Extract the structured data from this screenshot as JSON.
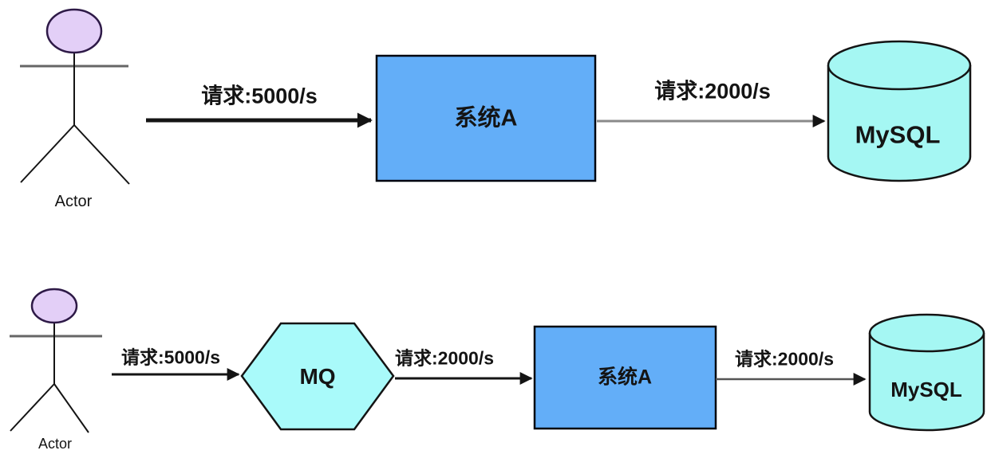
{
  "colors": {
    "box_fill": "#63AEF8",
    "box_stroke": "#00050f",
    "cylinder_fill": "#A5F7F3",
    "hexagon_fill": "#A9FAFA",
    "actor_head_fill": "#E3CFF7",
    "line_black": "#141414",
    "line_gray": "#8a8a8a",
    "line_gray_dark": "#555555"
  },
  "top_flow": {
    "actor_label": "Actor",
    "request_in_label": "请求:5000/s",
    "system_label": "系统A",
    "request_out_label": "请求:2000/s",
    "database_label": "MySQL"
  },
  "bottom_flow": {
    "actor_label": "Actor",
    "request_in_label": "请求:5000/s",
    "mq_label": "MQ",
    "request_mid_label": "请求:2000/s",
    "system_label": "系统A",
    "request_out_label": "请求:2000/s",
    "database_label": "MySQL"
  }
}
